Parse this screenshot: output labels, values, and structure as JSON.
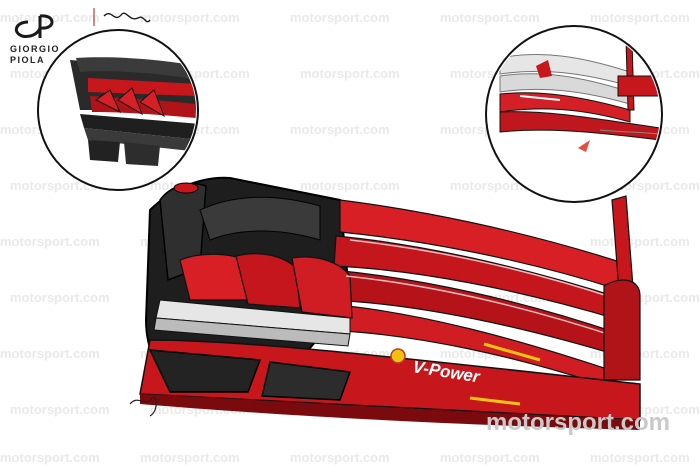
{
  "watermark": {
    "text": "motorsport.com",
    "big_text": "motorsport.com"
  },
  "logo": {
    "line1": "GIORGIO",
    "line2": "PIOLA"
  },
  "sponsor": {
    "text": "V-Power"
  }
}
